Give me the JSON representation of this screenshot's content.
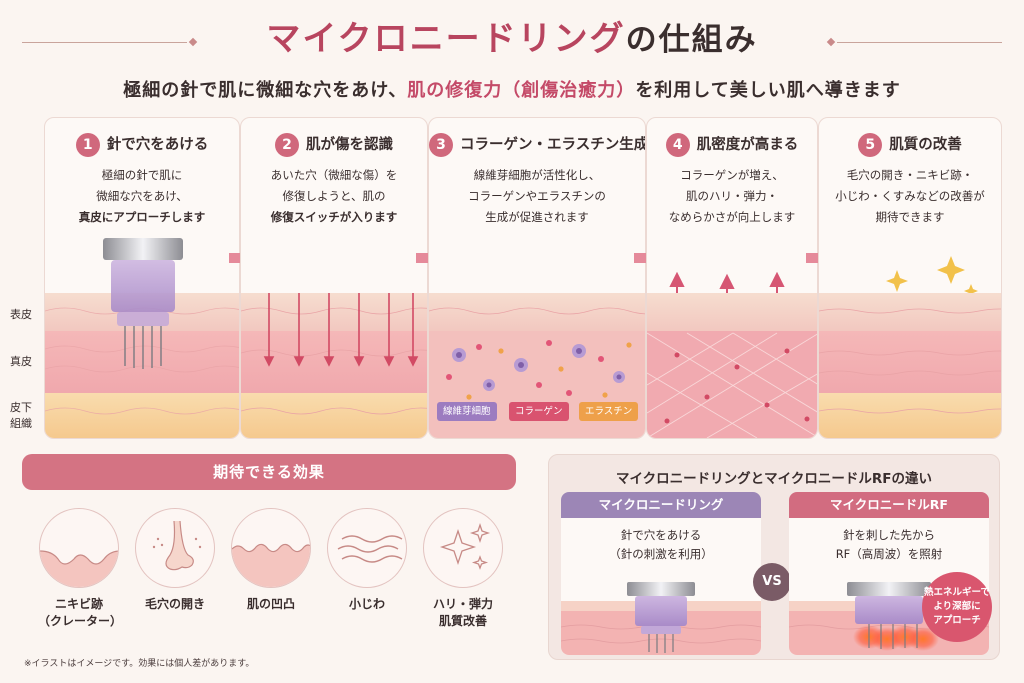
{
  "title": {
    "main": "マイクロニードリング",
    "rest": "の仕組み"
  },
  "subtitle": {
    "before": "極細の針で肌に微細な穴をあけ、",
    "highlight": "肌の修復力（創傷治癒力）",
    "after": "を利用して美しい肌へ導きます"
  },
  "steps": [
    {
      "num": "1",
      "title": "針で穴をあける",
      "desc": [
        "極細の針で肌に",
        "微細な穴をあけ、",
        "真皮にアプローチします"
      ]
    },
    {
      "num": "2",
      "title": "肌が傷を認識",
      "desc": [
        "あいた穴（微細な傷）を",
        "修復しようと、肌の",
        "修復スイッチが入ります"
      ]
    },
    {
      "num": "3",
      "title": "コラーゲン・エラスチン生成",
      "desc": [
        "線維芽細胞が活性化し、",
        "コラーゲンやエラスチンの",
        "生成が促進されます"
      ]
    },
    {
      "num": "4",
      "title": "肌密度が高まる",
      "desc": [
        "コラーゲンが増え、",
        "肌のハリ・弾力・",
        "なめらかさが向上します"
      ]
    },
    {
      "num": "5",
      "title": "肌質の改善",
      "desc": [
        "毛穴の開き・ニキビ跡・",
        "小じわ・くすみなどの改善が",
        "期待できます"
      ]
    }
  ],
  "layers": {
    "epidermis": "表皮",
    "dermis": "真皮",
    "subcutis_1": "皮下",
    "subcutis_2": "組織"
  },
  "cell_tags": {
    "fibroblast": "線維芽細胞",
    "collagen": "コラーゲン",
    "elastin": "エラスチン"
  },
  "effects": {
    "header": "期待できる効果",
    "items": [
      {
        "label": "ニキビ跡",
        "label2": "（クレーター）",
        "icon": "crater-icon"
      },
      {
        "label": "毛穴の開き",
        "label2": "",
        "icon": "nose-pores-icon"
      },
      {
        "label": "肌の凹凸",
        "label2": "",
        "icon": "uneven-skin-icon"
      },
      {
        "label": "小じわ",
        "label2": "",
        "icon": "wrinkle-waves-icon"
      },
      {
        "label": "ハリ・弾力",
        "label2": "肌質改善",
        "icon": "sparkle-icon"
      }
    ]
  },
  "footnote": "※イラストはイメージです。効果には個人差があります。",
  "compare": {
    "title": "マイクロニードリングとマイクロニードルRFの違い",
    "a": {
      "head": "マイクロニードリング",
      "desc1": "針で穴をあける",
      "desc2": "（針の刺激を利用）"
    },
    "vs": "VS",
    "b": {
      "head": "マイクロニードルRF",
      "desc1": "針を刺した先から",
      "desc2": "RF（高周波）を照射"
    },
    "note": [
      "熱エネルギーで",
      "より深部に",
      "アプローチ"
    ]
  },
  "colors": {
    "accent": "#b8455f",
    "step_num": "#d0687c",
    "effects_bar": "#d47383",
    "rf_head": "#d26c80",
    "mn_head": "#9c86b6",
    "arrow": "#e58a9a"
  }
}
